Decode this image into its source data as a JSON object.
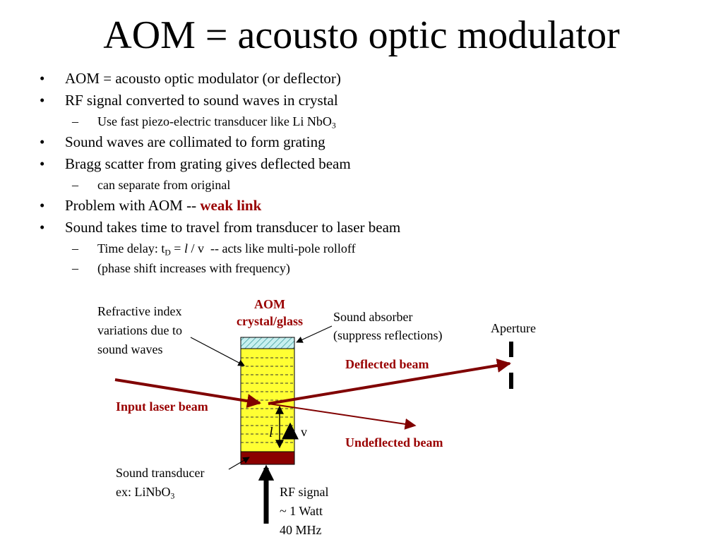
{
  "title": "AOM = acousto optic modulator",
  "bullets": [
    {
      "text": "AOM = acousto optic modulator (or deflector)"
    },
    {
      "text": "RF signal converted to sound waves in crystal"
    },
    {
      "sub": {
        "text": "Use fast piezo-electric transducer like Li NbO",
        "subscript": "3"
      }
    },
    {
      "text": "Sound waves are collimated to form grating"
    },
    {
      "text": "Bragg scatter from grating gives deflected beam"
    },
    {
      "sub": {
        "text": "can separate from original"
      }
    },
    {
      "text": "Problem with AOM -- ",
      "emphasis": "weak link"
    },
    {
      "text": "Sound takes time to travel from transducer to laser beam"
    },
    {
      "sub": {
        "prefix": "Time delay: t",
        "subscript": "D",
        "mid": " = ",
        "italic": "l",
        "suffix": " / v  -- acts like multi-pole rolloff"
      }
    },
    {
      "sub": {
        "text": "(phase shift increases with frequency)"
      }
    }
  ],
  "diagram": {
    "aom_label": [
      "AOM",
      "crystal/glass"
    ],
    "refractive_label": [
      "Refractive index",
      "variations due to",
      "sound waves"
    ],
    "absorber_label": [
      "Sound absorber",
      "(suppress reflections)"
    ],
    "aperture_label": "Aperture",
    "deflected_label": "Deflected beam",
    "input_label": "Input laser beam",
    "undeflected_label": "Undeflected beam",
    "length_symbol": "l",
    "velocity_symbol": "v",
    "transducer_label": {
      "line1": "Sound transducer",
      "line2": "ex: LiNbO",
      "subscript": "3"
    },
    "rf_label": [
      "RF signal",
      "~ 1 Watt",
      "40 MHz"
    ],
    "colors": {
      "beam": "#800000",
      "crystal": "#ffff33",
      "absorber": "#c8f0f0",
      "transducer": "#8b0000",
      "emphasis": "#990000"
    }
  }
}
